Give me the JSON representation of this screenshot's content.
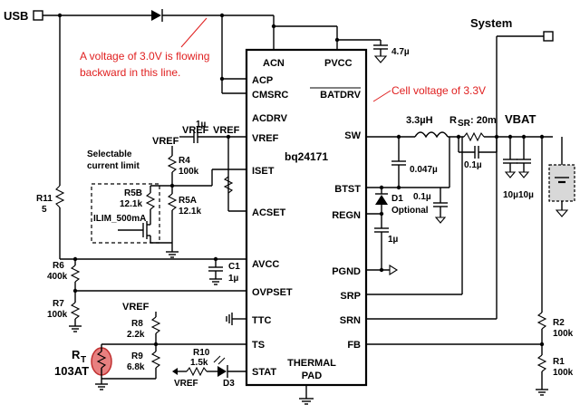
{
  "labels": {
    "usb": "USB",
    "system": "System",
    "vbat": "VBAT",
    "chip_name": "bq24171",
    "annotation_backflow": "A voltage of 3.0V is flowing backward in this line.",
    "annotation_backflow_line1": "A voltage of 3.0V is flowing",
    "annotation_backflow_line2": "backward in this line.",
    "annotation_cell": "Cell voltage of 3.3V",
    "selectable_line1": "Selectable",
    "selectable_line2": "current limit"
  },
  "pins_left": [
    "ACP",
    "CMSRC",
    "ACDRV",
    "VREF",
    "ISET",
    "ACSET",
    "AVCC",
    "OVPSET",
    "TTC",
    "TS",
    "STAT"
  ],
  "pins_top": [
    "ACN",
    "PVCC"
  ],
  "pins_right": [
    "BATDRV",
    "SW",
    "BTST",
    "REGN",
    "PGND",
    "SRP",
    "SRN",
    "FB"
  ],
  "pins_bottom": [
    "THERMAL",
    "PAD"
  ],
  "components": {
    "c_pvcc": "4.7µ",
    "c_vref": "1µ",
    "vref_label": "VREF",
    "inductor": "3.3µH",
    "rsr": "R",
    "rsr_sub": "SR",
    "rsr_value": ": 20m",
    "c_btst": "0.047µ",
    "c_srp": "0.1µ",
    "c_out1": "10µ",
    "c_out2": "10µ",
    "d1": "D1",
    "d1_note": "Optional",
    "c_regn_a": "0.1µ",
    "c_regn_b": "1µ",
    "r4": "R4",
    "r4_value": "100k",
    "r5b": "R5B",
    "r5b_value": "12.1k",
    "r5a": "R5A",
    "r5a_value": "12.1k",
    "ilim": "ILIM_500mA",
    "r11": "R11",
    "r11_value": "5",
    "r6": "R6",
    "r6_value": "400k",
    "r7": "R7",
    "r7_value": "100k",
    "c1": "C1",
    "c1_value": "1µ",
    "r8": "R8",
    "r8_value": "2.2k",
    "r9": "R9",
    "r9_value": "6.8k",
    "rt": "R",
    "rt_sub": "T",
    "rt_value": "103AT",
    "r10": "R10",
    "r10_value": "1.5k",
    "d3": "D3",
    "vref_stat": "VREF",
    "vref_r8": "VREF",
    "r2": "R2",
    "r2_value": "100k",
    "r1": "R1",
    "r1_value": "100k"
  },
  "colors": {
    "annotation": "#e02020",
    "thermistor_fill": "#e88080",
    "battery_fill": "#d8d8d8"
  }
}
